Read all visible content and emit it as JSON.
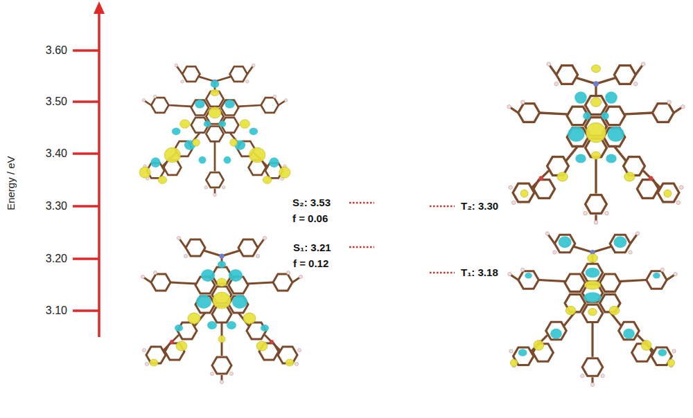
{
  "diagram": {
    "labels": [
      "Energy / eV",
      "3.60",
      "3.50",
      "3.40",
      "3.30",
      "3.20",
      "3.10",
      "S₂: 3.53",
      "f = 0.06",
      "S₁: 3.21",
      "f = 0.12",
      "T₂: 3.30",
      "T₁: 3.18"
    ]
  }
}
